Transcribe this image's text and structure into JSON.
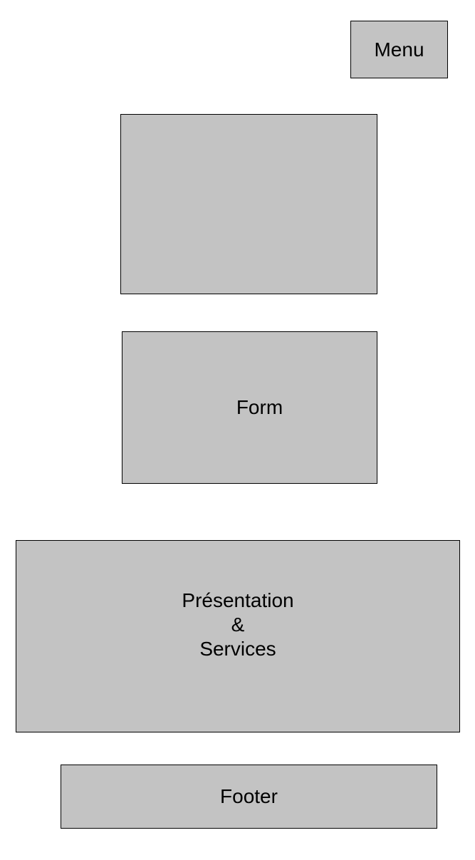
{
  "menu": {
    "label": "Menu"
  },
  "image_placeholder": {
    "label": ""
  },
  "form": {
    "label": "Form"
  },
  "presentation": {
    "lines": [
      "Présentation",
      "&",
      "Services"
    ]
  },
  "footer": {
    "label": "Footer"
  },
  "colors": {
    "box_fill": "#c3c3c3",
    "box_border": "#000000",
    "background": "#ffffff"
  }
}
